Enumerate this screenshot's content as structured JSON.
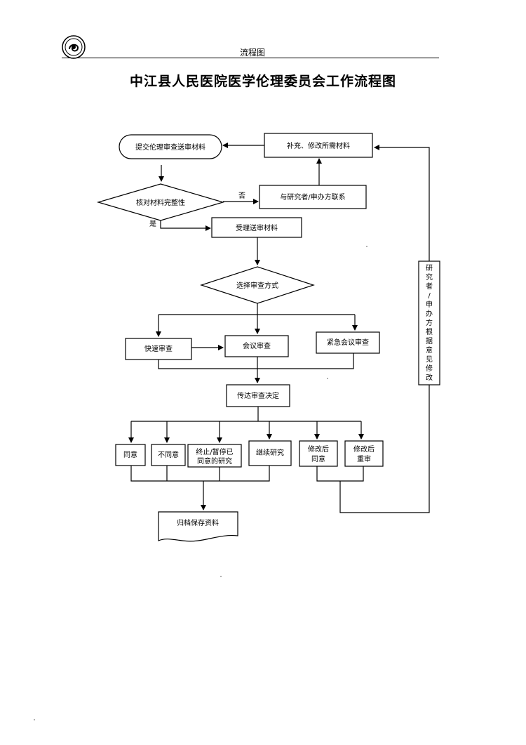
{
  "header": {
    "page_label": "流程图",
    "logo_icon": "hospital-emblem-icon"
  },
  "title": "中江县人民医院医学伦理委员会工作流程图",
  "nodes": {
    "submit": "提交伦理审查送审材料",
    "supplement": "补充、修改所需材料",
    "check": "核对材料完整性",
    "contact": "与研究者/申办方联系",
    "accept": "受理送审材料",
    "choose": "选择审查方式",
    "fast": "快速审查",
    "meeting": "会议审查",
    "urgent": "紧急会议审查",
    "convey": "传达审查决定",
    "agree": "同意",
    "disagree": "不同意",
    "terminate_line1": "终止/暂停已",
    "terminate_line2": "同意的研究",
    "continue": "继续研究",
    "modify_agree_line1": "修改后",
    "modify_agree_line2": "同意",
    "modify_review_line1": "修改后",
    "modify_review_line2": "重审",
    "archive": "归档保存资料"
  },
  "edge_labels": {
    "no": "否",
    "yes": "是"
  },
  "side_note": [
    "研",
    "究",
    "者",
    "/",
    "申",
    "办",
    "方",
    "根",
    "据",
    "意",
    "见",
    "修",
    "改"
  ]
}
